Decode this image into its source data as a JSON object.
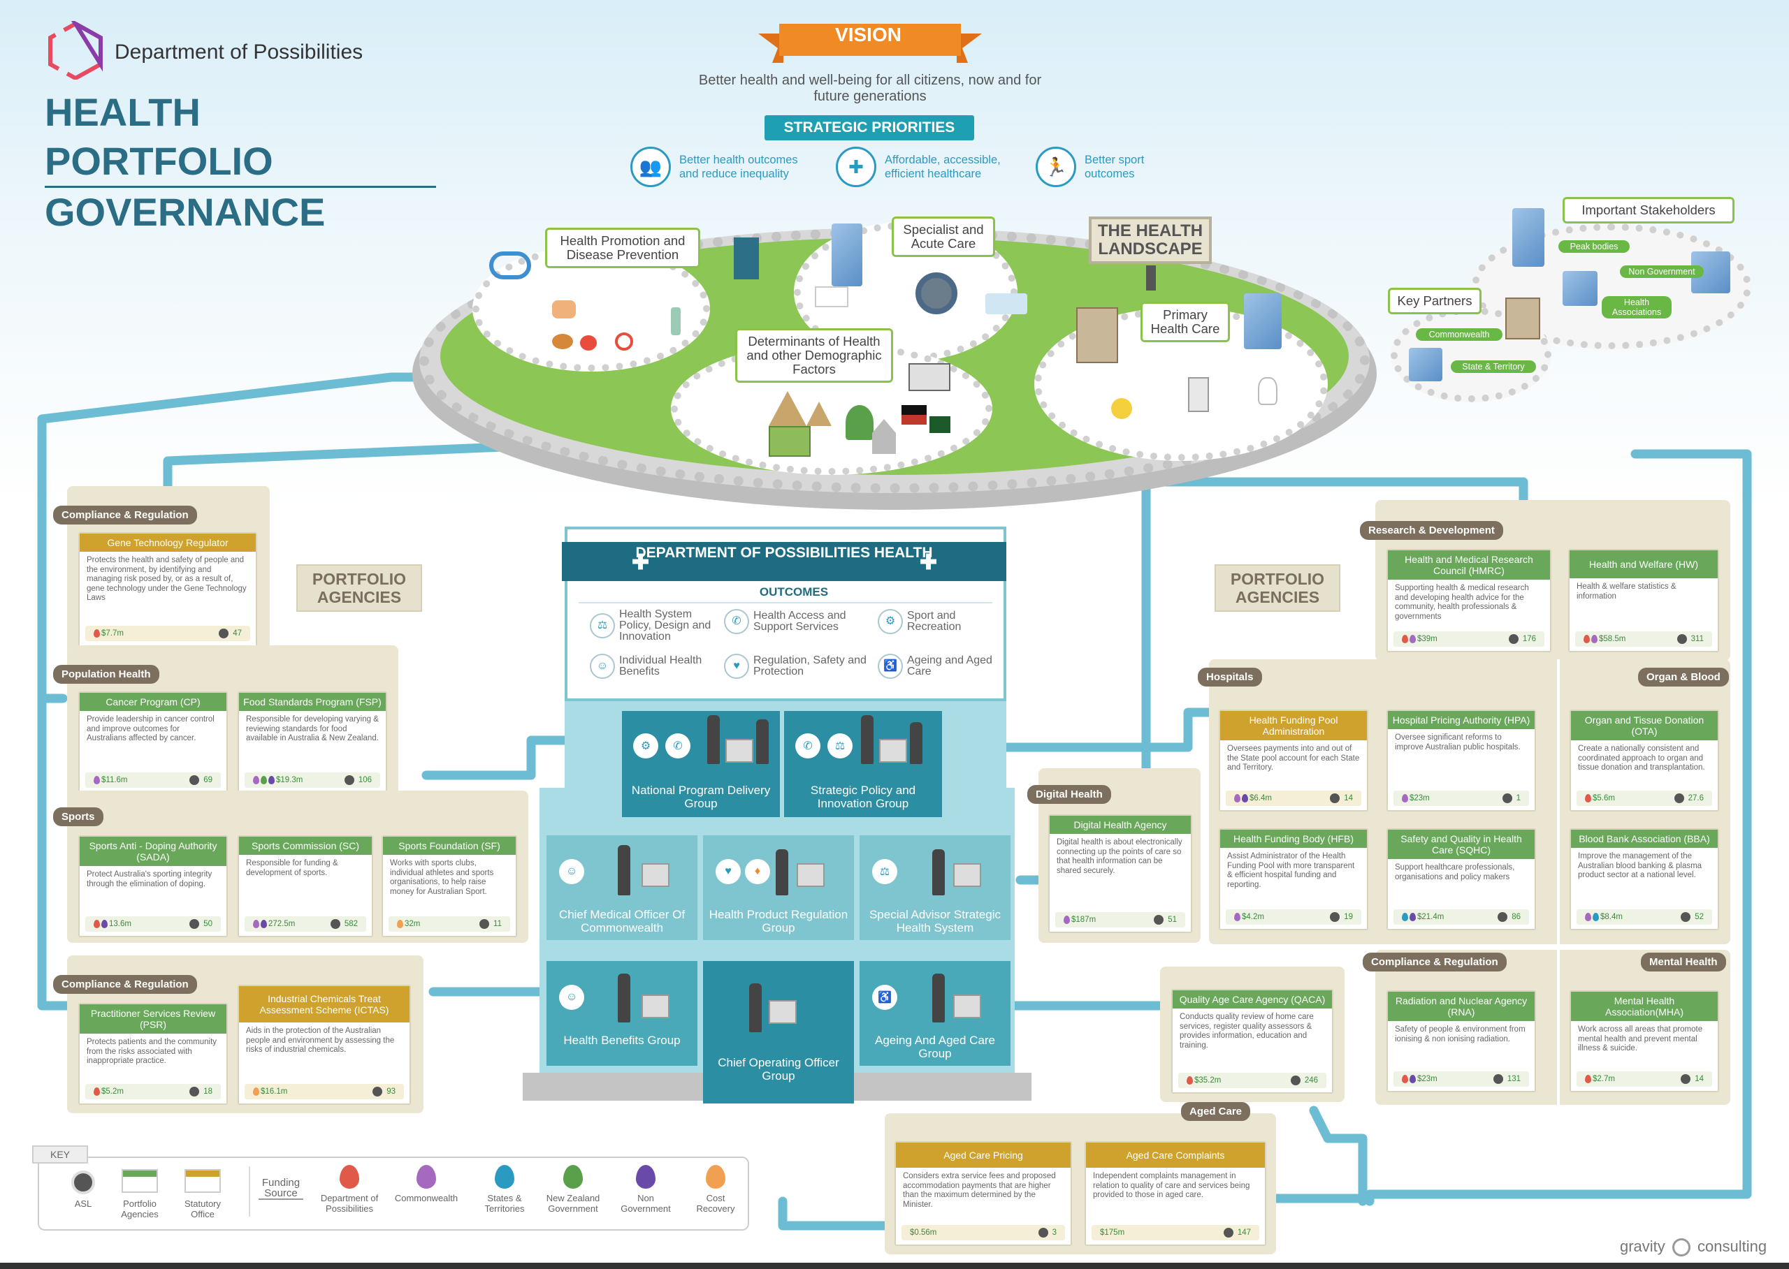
{
  "header": {
    "org_name": "Department of Possibilities",
    "title_line1": "HEALTH PORTFOLIO",
    "title_line2": "GOVERNANCE"
  },
  "vision": {
    "label": "VISION",
    "text": "Better health and well-being for all citizens, now and for future generations"
  },
  "strategic_priorities": {
    "label": "STRATEGIC PRIORITIES",
    "items": [
      {
        "text": "Better health outcomes and reduce inequality",
        "icon": "people-icon"
      },
      {
        "text": "Affordable, accessible, efficient healthcare",
        "icon": "medical-bag-icon"
      },
      {
        "text": "Better sport outcomes",
        "icon": "runner-icon"
      }
    ]
  },
  "landscape": {
    "title": "THE HEALTH LANDSCAPE",
    "callouts": {
      "health_promotion": "Health Promotion and Disease Prevention",
      "specialist": "Specialist and Acute Care",
      "determinants": "Determinants of Health and other Demographic Factors",
      "primary": "Primary Health Care"
    }
  },
  "stakeholders": {
    "important": "Important Stakeholders",
    "peak_bodies": "Peak bodies",
    "non_government": "Non Government",
    "health_associations": "Health Associations",
    "key_partners": "Key Partners",
    "commonwealth": "Commonwealth",
    "state_territory": "State & Territory"
  },
  "portfolio_agencies_label": "PORTFOLIO AGENCIES",
  "department": {
    "title": "DEPARTMENT OF POSSIBILITIES HEALTH",
    "outcomes_label": "OUTCOMES",
    "outcomes": [
      "Health System Policy, Design and Innovation",
      "Health Access and Support Services",
      "Sport and Recreation",
      "Individual Health Benefits",
      "Regulation, Safety and Protection",
      "Ageing and Aged Care"
    ],
    "groups": {
      "national": "National Program Delivery Group",
      "strategic": "Strategic Policy and Innovation Group",
      "cmo": "Chief Medical Officer Of Commonwealth",
      "hprg": "Health Product Regulation Group",
      "advisor": "Special Advisor Strategic Health System",
      "benefits": "Health Benefits Group",
      "coo": "Chief Operating Officer Group",
      "ageing": "Ageing And Aged Care Group"
    }
  },
  "groups": {
    "compliance_top": {
      "tag": "Compliance & Regulation",
      "agencies": [
        {
          "name": "Gene Technology Regulator",
          "desc": "Protects the health and safety of people and the environment, by identifying and managing risk posed by, or as a result of, gene technology under the Gene Technology Laws",
          "budget": "$7.7m",
          "asl": "47",
          "type": "gold"
        }
      ]
    },
    "population": {
      "tag": "Population Health",
      "agencies": [
        {
          "name": "Cancer Program (CP)",
          "desc": "Provide leadership in cancer control and improve outcomes for Australians affected by cancer.",
          "budget": "$11.6m",
          "asl": "69",
          "type": "green"
        },
        {
          "name": "Food Standards Program (FSP)",
          "desc": "Responsible for developing varying & reviewing standards for food available in Australia & New Zealand.",
          "budget": "$19.3m",
          "asl": "106",
          "type": "green"
        }
      ]
    },
    "sports": {
      "tag": "Sports",
      "agencies": [
        {
          "name": "Sports Anti - Doping Authority (SADA)",
          "desc": "Protect Australia's sporting integrity through the elimination of doping.",
          "budget": "13.6m",
          "asl": "50",
          "type": "green"
        },
        {
          "name": "Sports Commission (SC)",
          "desc": "Responsible for funding & development of sports.",
          "budget": "272.5m",
          "asl": "582",
          "type": "green"
        },
        {
          "name": "Sports Foundation (SF)",
          "desc": "Works with sports clubs, individual athletes and sports organisations, to help raise money for Australian Sport.",
          "budget": "32m",
          "asl": "11",
          "type": "green"
        }
      ]
    },
    "compliance_bottom": {
      "tag": "Compliance & Regulation",
      "agencies": [
        {
          "name": "Practitioner Services Review (PSR)",
          "desc": "Protects patients and the community from the risks associated with inappropriate practice.",
          "budget": "$5.2m",
          "asl": "18",
          "type": "green"
        },
        {
          "name": "Industrial Chemicals Treat Assessment Scheme (ICTAS)",
          "desc": "Aids in the protection of the Australian people and environment by assessing the risks of industrial chemicals.",
          "budget": "$16.1m",
          "asl": "93",
          "type": "gold"
        }
      ]
    },
    "research": {
      "tag": "Research & Development",
      "agencies": [
        {
          "name": "Health and Medical Research Council (HMRC)",
          "desc": "Supporting health & medical research and developing health advice for the community, health professionals & governments",
          "budget": "$39m",
          "asl": "176",
          "type": "green"
        },
        {
          "name": "Health and Welfare (HW)",
          "desc": "Health & welfare statistics & information",
          "budget": "$58.5m",
          "asl": "311",
          "type": "green"
        }
      ]
    },
    "hospitals": {
      "tag": "Hospitals",
      "agencies": [
        {
          "name": "Health Funding Pool Administration",
          "desc": "Oversees payments into and out of the State pool account for each State and Territory.",
          "budget": "$6.4m",
          "asl": "14",
          "type": "gold"
        },
        {
          "name": "Hospital Pricing Authority (HPA)",
          "desc": "Oversee significant reforms to improve Australian public hospitals.",
          "budget": "$23m",
          "asl": "1",
          "type": "green"
        },
        {
          "name": "Health Funding Body (HFB)",
          "desc": "Assist Administrator of the Health Funding Pool with more transparent & efficient hospital funding and reporting.",
          "budget": "$4.2m",
          "asl": "19",
          "type": "green"
        },
        {
          "name": "Safety and Quality in Health Care (SQHC)",
          "desc": "Support healthcare professionals, organisations and policy makers",
          "budget": "$21.4m",
          "asl": "86",
          "type": "green"
        }
      ]
    },
    "organ": {
      "tag": "Organ & Blood",
      "agencies": [
        {
          "name": "Organ and Tissue Donation (OTA)",
          "desc": "Create a nationally consistent and coordinated approach to organ and tissue donation and transplantation.",
          "budget": "$5.6m",
          "asl": "27.6",
          "type": "green"
        },
        {
          "name": "Blood Bank Association (BBA)",
          "desc": "Improve the management of the Australian blood banking & plasma product sector at a national level.",
          "budget": "$8.4m",
          "asl": "52",
          "type": "green"
        }
      ]
    },
    "digital": {
      "tag": "Digital Health",
      "agencies": [
        {
          "name": "Digital Health Agency",
          "desc": "Digital health is about electronically connecting up the points of care so that health information can be shared securely.",
          "budget": "$187m",
          "asl": "51",
          "type": "green"
        }
      ]
    },
    "compliance_right": {
      "tag": "Compliance & Regulation",
      "agencies": [
        {
          "name": "Radiation and Nuclear Agency (RNA)",
          "desc": "Safety of people & environment from ionising & non ionising radiation.",
          "budget": "$23m",
          "asl": "131",
          "type": "green"
        }
      ]
    },
    "mental": {
      "tag": "Mental Health",
      "agencies": [
        {
          "name": "Mental Health Association(MHA)",
          "desc": "Work across all areas that promote mental health and prevent mental illness & suicide.",
          "budget": "$2.7m",
          "asl": "14",
          "type": "green"
        }
      ]
    },
    "aged_care": {
      "tag": "Aged Care",
      "agencies": [
        {
          "name": "Quality Age Care Agency (QACA)",
          "desc": "Conducts quality review of home care services, register quality assessors & provides information, education and training.",
          "budget": "$35.2m",
          "asl": "246",
          "type": "green"
        },
        {
          "name": "Aged Care Pricing",
          "desc": "Considers extra service fees and proposed accommodation payments that are higher than the maximum determined by the Minister.",
          "budget": "$0.56m",
          "asl": "3",
          "type": "gold"
        },
        {
          "name": "Aged Care Complaints",
          "desc": "Independent complaints management in relation to quality of care and services being provided to those in aged care.",
          "budget": "$175m",
          "asl": "147",
          "type": "gold"
        }
      ]
    }
  },
  "key": {
    "title": "KEY",
    "asl": "ASL",
    "portfolio": "Portfolio Agencies",
    "statutory": "Statutory Office",
    "funding_label": "Funding Source",
    "sources": [
      {
        "label": "Department of Possibilities",
        "color": "#e05a4a"
      },
      {
        "label": "Commonwealth",
        "color": "#a56ac0"
      },
      {
        "label": "States & Territories",
        "color": "#2a9ac2"
      },
      {
        "label": "New Zealand Government",
        "color": "#5aa04a"
      },
      {
        "label": "Non Government",
        "color": "#6a4aa8"
      },
      {
        "label": "Cost Recovery",
        "color": "#f0a050"
      }
    ]
  },
  "footer": {
    "brand_left": "gravity",
    "brand_right": "consulting"
  },
  "colors": {
    "teal_dark": "#1d6c82",
    "green": "#69a85a",
    "gold": "#cea22c",
    "pipe": "#5cb3cc",
    "orange": "#f08a24"
  }
}
